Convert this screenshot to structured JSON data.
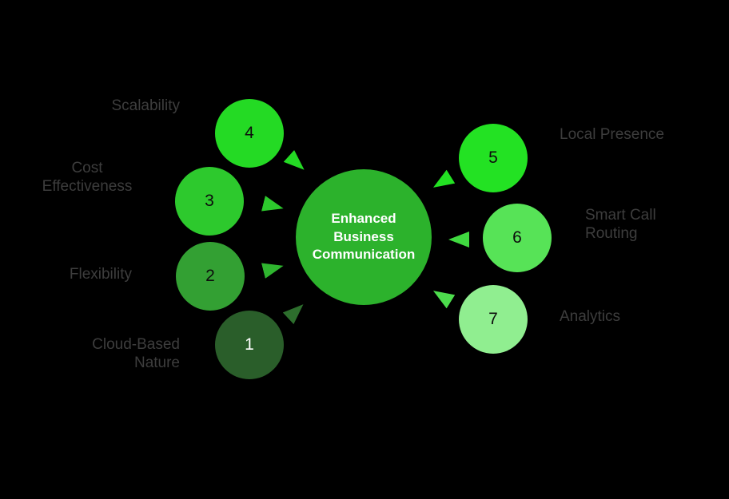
{
  "canvas": {
    "background": "#000000",
    "label_color": "#3d3d3d"
  },
  "center": {
    "label": "Enhanced Business Communication",
    "color": "#2cb22c",
    "text_color": "#ffffff"
  },
  "nodes": [
    {
      "number": "1",
      "label": "Cloud-Based Nature",
      "circle_color": "#2a5e2a",
      "number_color": "#ffffff",
      "arrow_color": "#2d6e2d"
    },
    {
      "number": "2",
      "label": "Flexibility",
      "circle_color": "#33a033",
      "number_color": "#0d0d0d",
      "arrow_color": "#2fb52f"
    },
    {
      "number": "3",
      "label": "Cost Effectiveness",
      "circle_color": "#2dc92d",
      "number_color": "#0d0d0d",
      "arrow_color": "#2dc92d"
    },
    {
      "number": "4",
      "label": "Scalability",
      "circle_color": "#24da24",
      "number_color": "#0d0d0d",
      "arrow_color": "#24da24"
    },
    {
      "number": "5",
      "label": "Local Presence",
      "circle_color": "#23e223",
      "number_color": "#0d0d0d",
      "arrow_color": "#23e223"
    },
    {
      "number": "6",
      "label": "Smart Call Routing",
      "circle_color": "#57e357",
      "number_color": "#0d0d0d",
      "arrow_color": "#40d940"
    },
    {
      "number": "7",
      "label": "Analytics",
      "circle_color": "#90ee90",
      "number_color": "#0d0d0d",
      "arrow_color": "#4ddd4d"
    }
  ]
}
